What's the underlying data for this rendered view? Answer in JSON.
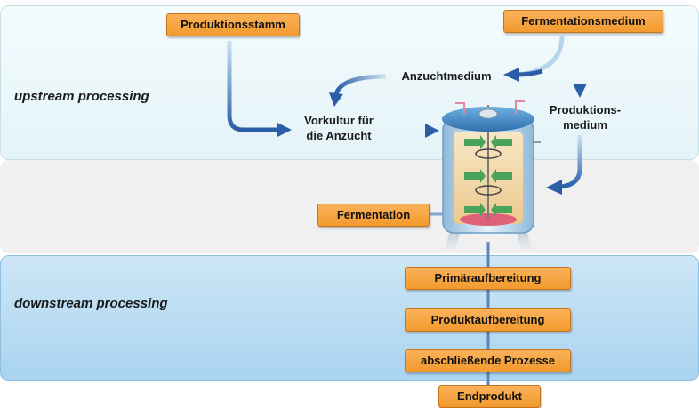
{
  "bands": {
    "upstream": "upstream processing",
    "downstream": "downstream processing"
  },
  "boxes": {
    "produktionsstamm": "Produktionsstamm",
    "fermentationsmedium": "Fermentationsmedium",
    "fermentation": "Fermentation",
    "primaeraufbereitung": "Primäraufbereitung",
    "produktaufbereitung": "Produktaufbereitung",
    "abschliessende": "abschließende Prozesse",
    "endprodukt": "Endprodukt"
  },
  "labels": {
    "anzuchtmedium": "Anzuchtmedium",
    "vorkultur_line1": "Vorkultur für",
    "vorkultur_line2": "die Anzucht",
    "produktionsmedium_line1": "Produktions-",
    "produktionsmedium_line2": "medium"
  },
  "colors": {
    "box_fill": "#f29a2e",
    "arrow_blue": "#2a5fa8",
    "upstream_band": "#e4f3f8",
    "downstream_band": "#a9d3f0"
  }
}
